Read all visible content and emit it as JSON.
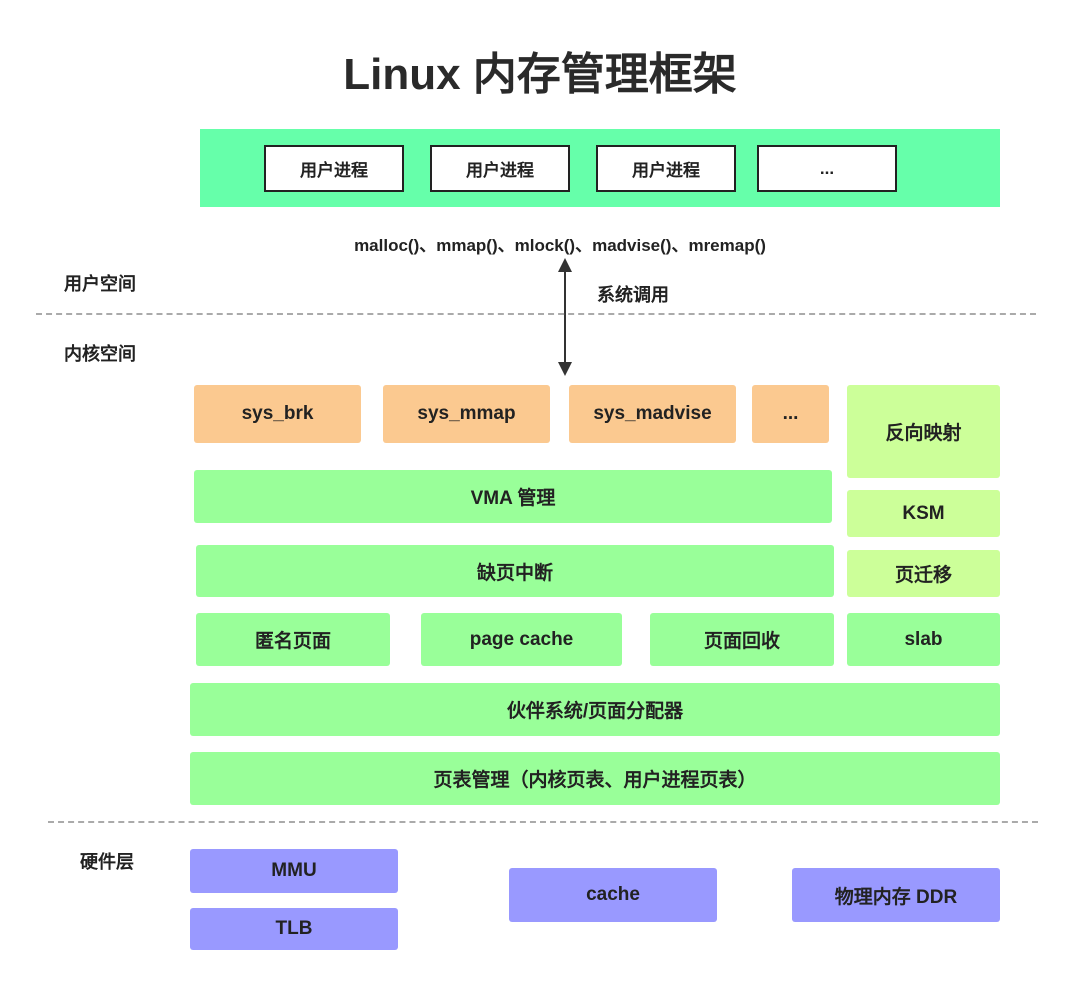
{
  "title": "Linux 内存管理框架",
  "user_space": {
    "label": "用户空间",
    "processes": [
      "用户进程",
      "用户进程",
      "用户进程",
      "..."
    ],
    "syscall_list": "malloc()、mmap()、mlock()、madvise()、mremap()",
    "arrow_label": "系统调用"
  },
  "kernel_space": {
    "label": "内核空间",
    "syscalls": [
      "sys_brk",
      "sys_mmap",
      "sys_madvise",
      "..."
    ],
    "side": {
      "reverse_map": "反向映射",
      "ksm": "KSM",
      "migration": "页迁移",
      "slab": "slab"
    },
    "vma": "VMA 管理",
    "page_fault": "缺页中断",
    "anon_pages": "匿名页面",
    "page_cache": "page cache",
    "reclaim": "页面回收",
    "buddy": "伙伴系统/页面分配器",
    "page_table": "页表管理（内核页表、用户进程页表）"
  },
  "hardware": {
    "label": "硬件层",
    "mmu": "MMU",
    "tlb": "TLB",
    "cache": "cache",
    "ddr": "物理内存 DDR"
  },
  "colors": {
    "user_bar": "#66ffaa",
    "syscall_box": "#fbc990",
    "kernel_box": "#99ff99",
    "side_box": "#ccff99",
    "hardware_box": "#9999ff"
  }
}
